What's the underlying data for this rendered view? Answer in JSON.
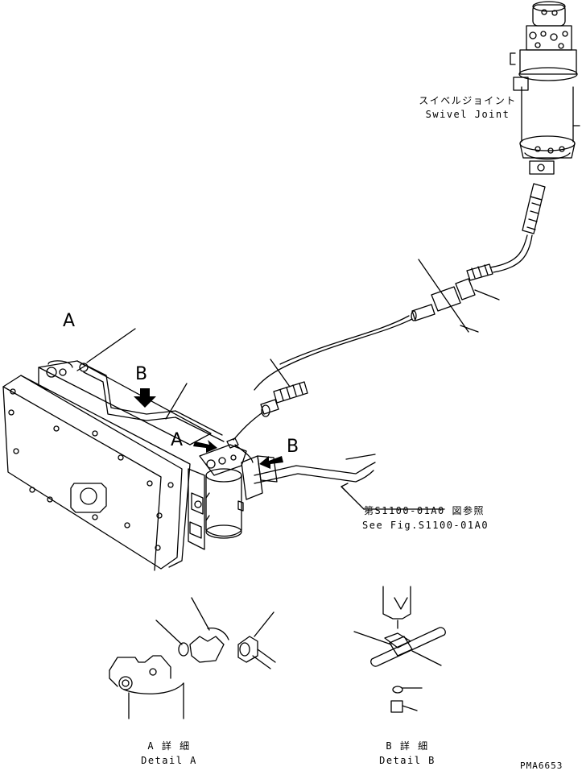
{
  "labels": {
    "swivel_jp": "スイベルジョイント",
    "swivel_en": "Swivel Joint",
    "callout_a_top": "A",
    "callout_b_top": "B",
    "callout_a_mid": "A",
    "callout_b_mid": "B",
    "ref_jp": "第S1100-01A0 図参照",
    "ref_en": "See Fig.S1100-01A0",
    "detail_a_jp": "A 詳 細",
    "detail_a_en": "Detail A",
    "detail_b_jp": "B 詳 細",
    "detail_b_en": "Detail B",
    "figure_code": "PMA6653"
  }
}
